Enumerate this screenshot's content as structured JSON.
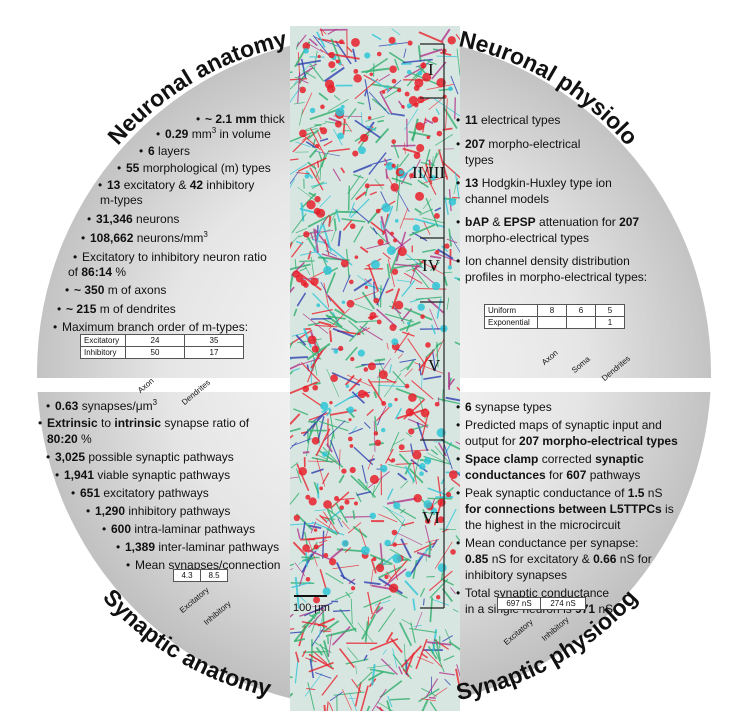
{
  "titles": {
    "top_left": "Neuronal anatomy",
    "top_right": "Neuronal physiology",
    "bottom_left": "Synaptic anatomy",
    "bottom_right": "Synaptic physiology"
  },
  "column": {
    "layers": [
      "I",
      "II/III",
      "IV",
      "V",
      "VI"
    ],
    "scale_bar": "100 μm"
  },
  "neuronal_anatomy": {
    "items": [
      {
        "b1": "~ 2.1 mm",
        "t1": " thick"
      },
      {
        "b1": "0.29",
        "t1": " mm",
        "sup": "3",
        "t2": " in volume"
      },
      {
        "b1": "6",
        "t1": " layers"
      },
      {
        "b1": "55",
        "t1": " morphological (m) types"
      },
      {
        "b1": "13",
        "t1": " excitatory & ",
        "b2": "42",
        "t2": " inhibitory"
      },
      {
        "t1": "m-types",
        "cont": true
      },
      {
        "b1": "31,346",
        "t1": " neurons"
      },
      {
        "b1": "108,662",
        "t1": " neurons/mm",
        "sup": "3"
      },
      {
        "t1": "Excitatory to inhibitory neuron ratio"
      },
      {
        "t1": "of ",
        "b2": "86:14",
        "t2": " %",
        "cont": true
      },
      {
        "b1": "~ 350",
        "t1": " m of axons"
      },
      {
        "b1": "~ 215",
        "t1": " m of dendrites"
      },
      {
        "t1": "Maximum branch order of m-types:"
      }
    ],
    "table": {
      "rows": [
        [
          "Excitatory",
          "24",
          "35"
        ],
        [
          "Inhibitory",
          "50",
          "17"
        ]
      ],
      "cols": [
        "Axon",
        "Dendrites"
      ]
    }
  },
  "neuronal_physiology": {
    "items": [
      {
        "b1": "11",
        "t1": " electrical types"
      },
      {
        "b1": "207",
        "t1": " morpho-electrical"
      },
      {
        "t1": "types",
        "cont": true
      },
      {
        "b1": "13",
        "t1": " Hodgkin-Huxley type ion"
      },
      {
        "t1": "channel models",
        "cont": true
      },
      {
        "b1": "bAP",
        "t1": " & ",
        "b2": "EPSP",
        "t2": " attenuation for ",
        "b3": "207"
      },
      {
        "t1": "morpho-electrical types",
        "cont": true
      },
      {
        "t1": "Ion channel density distribution"
      },
      {
        "t1": "profiles in morpho-electrical types:",
        "cont": true
      }
    ],
    "table": {
      "rows": [
        [
          "Uniform",
          "8",
          "6",
          "5"
        ],
        [
          "Exponential",
          "",
          "",
          "1"
        ]
      ],
      "cols": [
        "Axon",
        "Soma",
        "Dendrites"
      ]
    }
  },
  "synaptic_anatomy": {
    "items": [
      {
        "b1": "0.63",
        "t1": " synapses/μm",
        "sup": "3"
      },
      {
        "b1": "Extrinsic",
        "t1": " to ",
        "b2": "intrinsic",
        "t2": " synapse ratio of"
      },
      {
        "b1": "80:20",
        "t1": " %",
        "cont": true
      },
      {
        "b1": "3,025",
        "t1": " possible synaptic pathways"
      },
      {
        "b1": "1,941",
        "t1": " viable synaptic pathways"
      },
      {
        "b1": "651",
        "t1": " excitatory pathways"
      },
      {
        "b1": "1,290",
        "t1": " inhibitory pathways"
      },
      {
        "b1": "600",
        "t1": " intra-laminar pathways"
      },
      {
        "b1": "1,389",
        "t1": " inter-laminar pathways"
      },
      {
        "t1": "Mean synapses/connection"
      }
    ],
    "table": {
      "rows": [
        [
          "4.3",
          "8.5"
        ]
      ],
      "cols": [
        "Excitatory",
        "Inhibitory"
      ]
    }
  },
  "synaptic_physiology": {
    "items": [
      {
        "b1": "6",
        "t1": " synapse types"
      },
      {
        "t1": "Predicted maps of synaptic input and"
      },
      {
        "t1": "output for ",
        "b2": "207 morpho-electrical types",
        "cont": true
      },
      {
        "b1": "Space clamp",
        "t1": " corrected ",
        "b2": "synaptic"
      },
      {
        "b1": "conductances",
        "t1": " for ",
        "b2": "607",
        "t2": " pathways",
        "cont": true
      },
      {
        "t1": "Peak synaptic conductance of ",
        "b2": "1.5",
        "t2": " nS"
      },
      {
        "b1": "for connections between L5TTPCs",
        "t1": " is",
        "cont": true
      },
      {
        "t1": "the highest in the microcircuit",
        "cont": true
      },
      {
        "t1": "Mean conductance per synapse:"
      },
      {
        "b1": "0.85",
        "t1": " nS for excitatory & ",
        "b2": "0.66",
        "t2": " nS for",
        "cont": true
      },
      {
        "t1": "inhibitory synapses",
        "cont": true
      },
      {
        "t1": "Total synaptic conductance"
      },
      {
        "t1": "in a single neuron is ",
        "b2": "971",
        "t2": " nS",
        "cont": true
      }
    ],
    "table": {
      "rows": [
        [
          "697 nS",
          "274 nS"
        ]
      ],
      "cols": [
        "Excitatory",
        "Inhibitory"
      ]
    }
  },
  "colors": {
    "panel_light": "#f2f2f2",
    "panel_dark": "#bdbdbd",
    "neuron_red": "#e8202a",
    "neuron_green": "#2fae6b",
    "neuron_cyan": "#2ec5d6",
    "neuron_blue": "#2d3fb0",
    "neuron_magenta": "#b0338a"
  }
}
